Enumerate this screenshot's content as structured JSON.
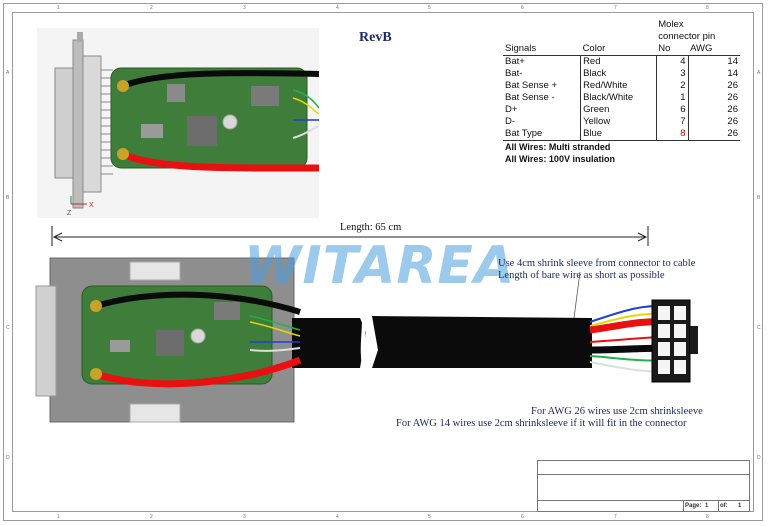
{
  "title": "RevB",
  "watermark": "WITAREA",
  "length_label": "Length: 65 cm",
  "table": {
    "header_molex": "Molex",
    "header_connector_pin": "connector pin",
    "col_signals": "Signals",
    "col_color": "Color",
    "col_no": "No",
    "col_awg": "AWG",
    "rows": [
      {
        "signal": "Bat+",
        "color": "Red",
        "pin": "4",
        "awg": "14"
      },
      {
        "signal": "Bat-",
        "color": "Black",
        "pin": "3",
        "awg": "14"
      },
      {
        "signal": "Bat Sense +",
        "color": "Red/White",
        "pin": "2",
        "awg": "26"
      },
      {
        "signal": "Bat Sense -",
        "color": "Black/White",
        "pin": "1",
        "awg": "26"
      },
      {
        "signal": "D+",
        "color": "Green",
        "pin": "6",
        "awg": "26"
      },
      {
        "signal": "D-",
        "color": "Yellow",
        "pin": "7",
        "awg": "26"
      },
      {
        "signal": "Bat Type",
        "color": "Blue",
        "pin": "8",
        "awg": "26"
      }
    ],
    "note_1": "All Wires: Multi stranded",
    "note_2": "All Wires: 100V insulation",
    "highlight_color": "#cc0000"
  },
  "annotations": {
    "shrink_1": "Use 4cm shrink sleeve from connector to cable",
    "shrink_2": "Length of bare wire as short as possible",
    "awg26": "For AWG 26 wires use 2cm shrinksleeve",
    "awg14": "For AWG 14 wires use 2cm shrinksleeve if it will fit in the connector"
  },
  "title_block": {
    "page_label": "Page:",
    "page_no": "1",
    "of_label": "of:",
    "of_no": "1"
  },
  "border_ticks": {
    "top": [
      "1",
      "2",
      "3",
      "4",
      "5",
      "6",
      "7",
      "8"
    ],
    "side": [
      "A",
      "B",
      "C",
      "D"
    ]
  },
  "colors": {
    "wire_red": "#e81010",
    "wire_black": "#0a0a0a",
    "wire_green": "#22b14c",
    "wire_yellow": "#e6d800",
    "wire_blue": "#1d3fd6",
    "pcb_green": "#3f7d3a",
    "annotation_blue": "#1b2b6b",
    "watermark_blue": "#4a9fe0"
  }
}
